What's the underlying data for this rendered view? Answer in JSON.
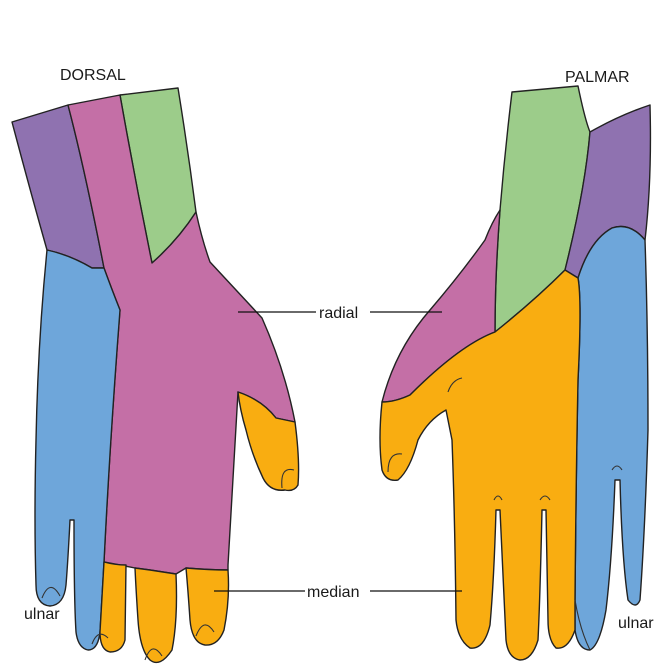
{
  "labels": {
    "dorsal": "DORSAL",
    "palmar": "PALMAR",
    "radial": "radial",
    "median": "median",
    "ulnar_dorsal": "ulnar",
    "ulnar_palmar": "ulnar"
  },
  "colors": {
    "radial": "#c46fa6",
    "median": "#f9ad11",
    "ulnar": "#6ea6da",
    "forearm_lateral": "#9ccc8a",
    "forearm_medial": "#8f72b0",
    "outline": "#222222",
    "background": "#ffffff"
  }
}
